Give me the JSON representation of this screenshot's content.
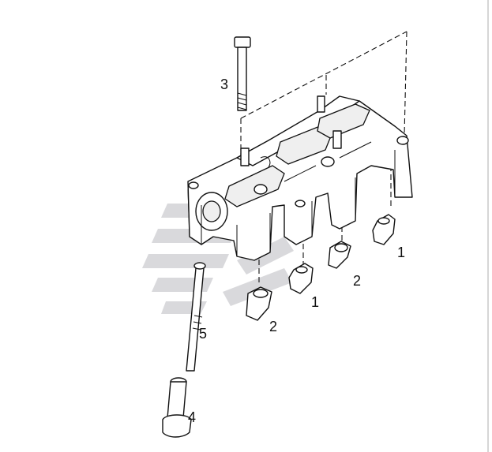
{
  "diagram": {
    "callouts": [
      {
        "id": "callout-3",
        "text": "3"
      },
      {
        "id": "callout-1-right",
        "text": "1"
      },
      {
        "id": "callout-2-right",
        "text": "2"
      },
      {
        "id": "callout-1-mid",
        "text": "1"
      },
      {
        "id": "callout-2-mid",
        "text": "2"
      },
      {
        "id": "callout-5",
        "text": "5"
      },
      {
        "id": "callout-4",
        "text": "4"
      }
    ]
  },
  "colors": {
    "line": "#111111",
    "background": "#ffffff",
    "watermark": "#b9b9bf"
  }
}
